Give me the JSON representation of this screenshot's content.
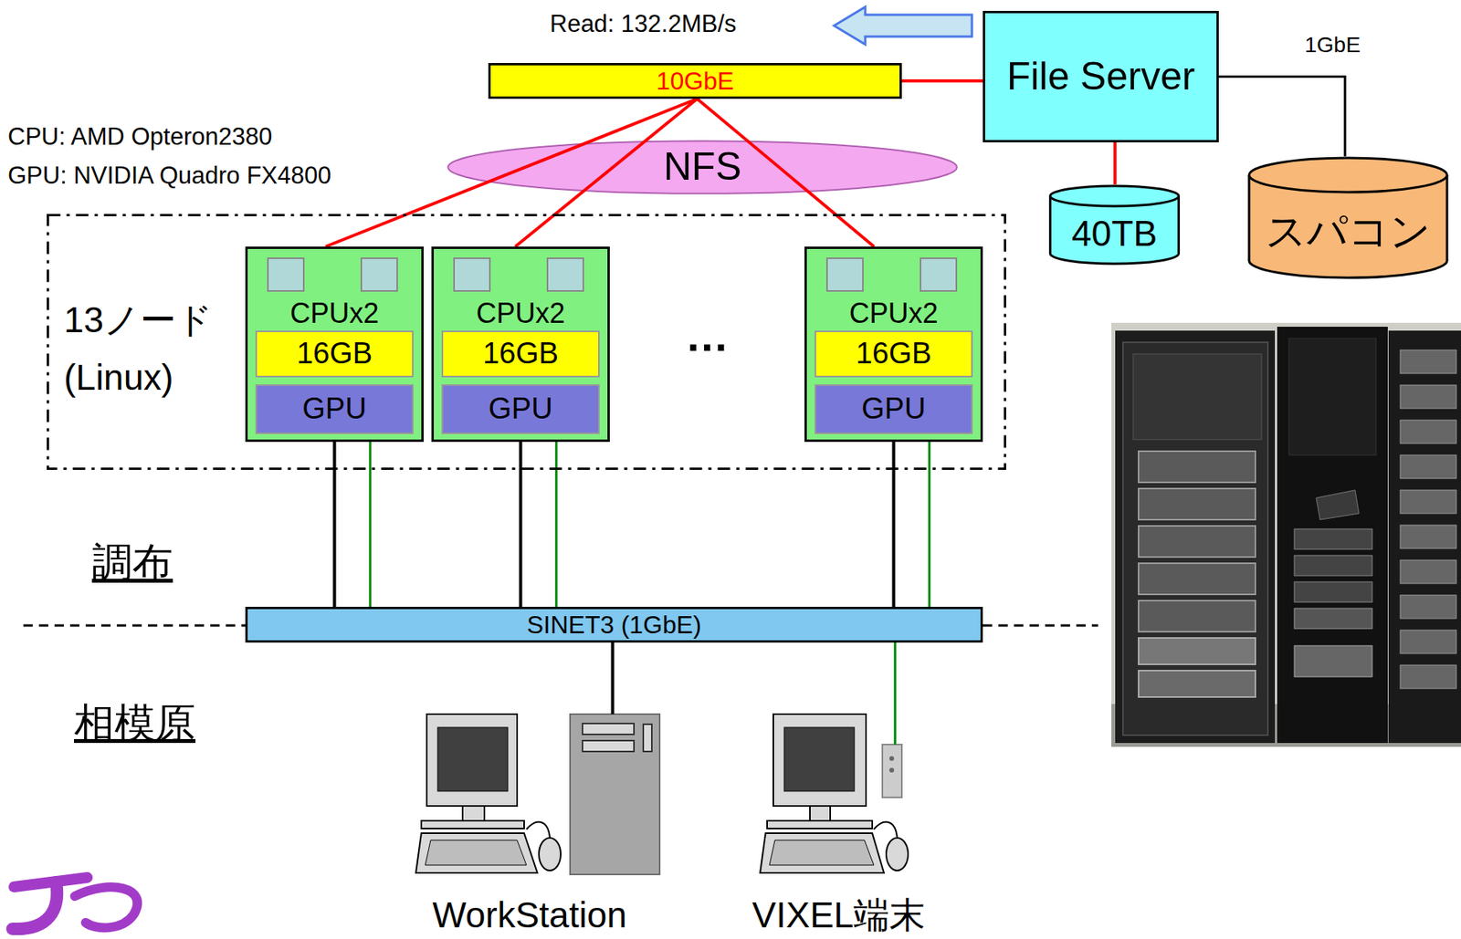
{
  "diagram": {
    "nodes": [
      {
        "text": [
          "File Server"
        ]
      },
      {
        "text": [
          "40TB"
        ]
      },
      {
        "text": [
          "スパコン"
        ]
      },
      {
        "text": [
          "10GbE"
        ]
      },
      {
        "text": [
          "NFS"
        ]
      },
      {
        "text": [
          "13ノード (Linux)"
        ]
      },
      {
        "text": [
          "CPUx2"
        ],
        "in": 5
      },
      {
        "text": [
          "16GB"
        ],
        "in": 6
      },
      {
        "text": [
          "GPU"
        ],
        "in": 6
      },
      {
        "text": [
          "CPUx2"
        ],
        "in": 5
      },
      {
        "text": [
          "16GB"
        ],
        "in": 9
      },
      {
        "text": [
          "GPU"
        ],
        "in": 9
      },
      {
        "text": [
          "CPUx2"
        ],
        "in": 5
      },
      {
        "text": [
          "16GB"
        ],
        "in": 12
      },
      {
        "text": [
          "GPU"
        ],
        "in": 12
      },
      {
        "text": [
          "SINET3 (1GbE)"
        ]
      },
      {
        "text": [
          "WorkStation"
        ]
      },
      {
        "text": [
          "VIXEL端末"
        ]
      }
    ],
    "edges": [
      {
        "from": 3,
        "to": 0,
        "arrow": "none"
      },
      {
        "from": 0,
        "to": 1,
        "arrow": "none"
      },
      {
        "from": 0,
        "to": 2,
        "label": "1GbE",
        "arrow": "none"
      },
      {
        "from": 3,
        "to": 6,
        "arrow": "none"
      },
      {
        "from": 3,
        "to": 9,
        "arrow": "none"
      },
      {
        "from": 3,
        "to": 12,
        "arrow": "none"
      },
      {
        "from": 6,
        "to": 15,
        "arrow": "none"
      },
      {
        "from": 6,
        "to": 15,
        "arrow": "none"
      },
      {
        "from": 9,
        "to": 15,
        "arrow": "none"
      },
      {
        "from": 9,
        "to": 15,
        "arrow": "none"
      },
      {
        "from": 12,
        "to": 15,
        "arrow": "none"
      },
      {
        "from": 12,
        "to": 15,
        "arrow": "none"
      },
      {
        "from": 15,
        "to": 16,
        "arrow": "none"
      },
      {
        "from": 15,
        "to": 17,
        "arrow": "none"
      }
    ],
    "labels": [
      "Read: 132.2MB/s",
      "CPU: AMD Opteron2380",
      "GPU: NVIDIA Quadro FX4800",
      "…",
      "調布",
      "相模原"
    ]
  }
}
